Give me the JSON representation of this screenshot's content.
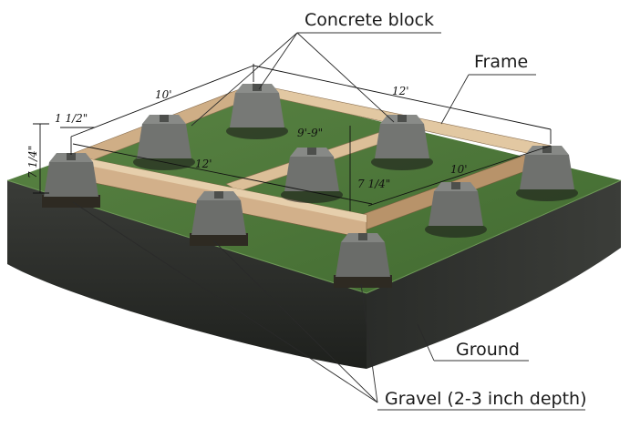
{
  "labels": {
    "concrete_block": "Concrete block",
    "frame": "Frame",
    "ground": "Ground",
    "gravel": "Gravel (2-3 inch depth)"
  },
  "dimensions": {
    "back_left_length": "10'",
    "back_right_length": "12'",
    "beam_offset": "1 1/2\"",
    "block_height": "7 1/4\"",
    "front_left_length": "12'",
    "center_span": "9'-9\"",
    "center_block_height": "7 1/4\"",
    "front_right_length": "10'"
  },
  "colors": {
    "grass": "#4f7a3a",
    "soil": "#2b2d2a",
    "lumber": "#d4b48c",
    "concrete": "#6a6c6a"
  }
}
